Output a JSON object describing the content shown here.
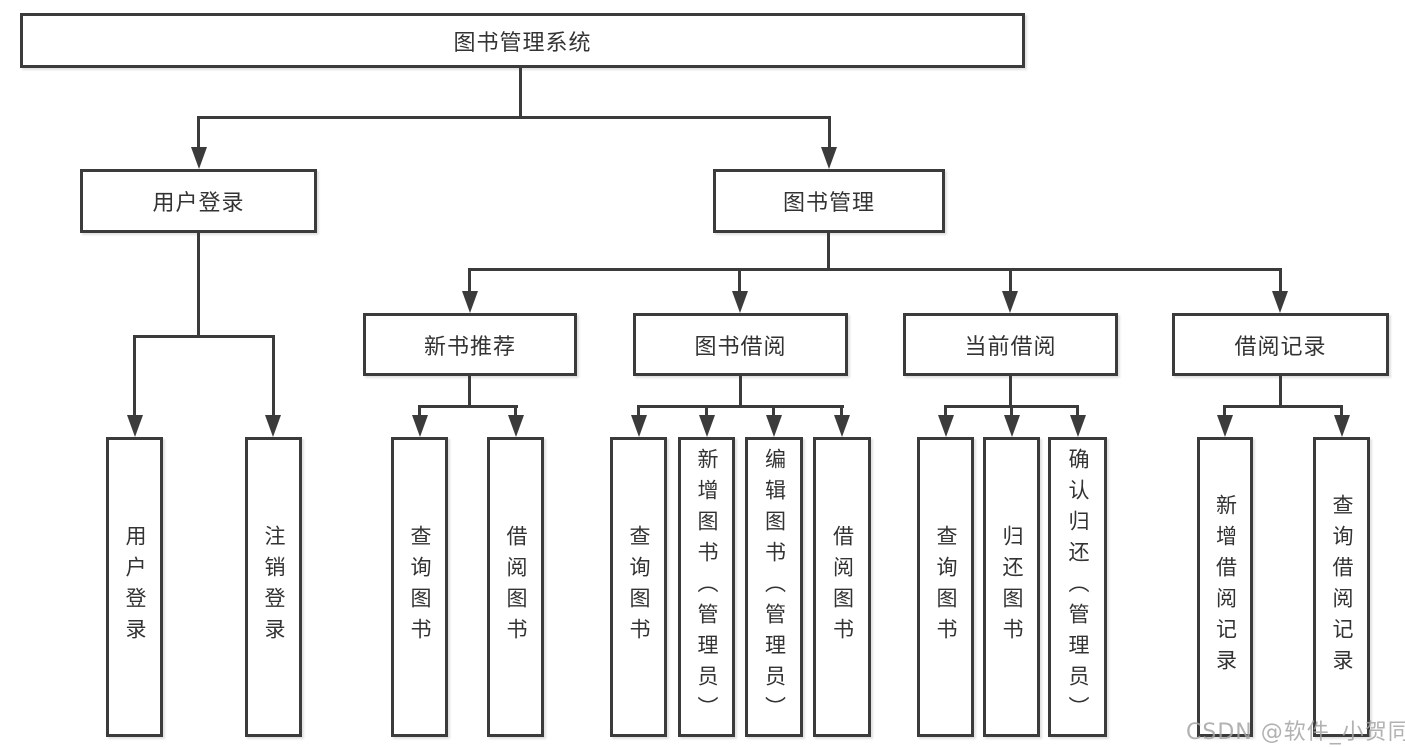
{
  "diagram": {
    "root": {
      "label": "图书管理系统",
      "children": [
        {
          "label": "用户登录",
          "children": [
            {
              "label": "用户登录"
            },
            {
              "label": "注销登录"
            }
          ]
        },
        {
          "label": "图书管理",
          "children": [
            {
              "label": "新书推荐",
              "children": [
                {
                  "label": "查询图书"
                },
                {
                  "label": "借阅图书"
                }
              ]
            },
            {
              "label": "图书借阅",
              "children": [
                {
                  "label": "查询图书"
                },
                {
                  "label": "新增图书（管理员）"
                },
                {
                  "label": "编辑图书（管理员）"
                },
                {
                  "label": "借阅图书"
                }
              ]
            },
            {
              "label": "当前借阅",
              "children": [
                {
                  "label": "查询图书"
                },
                {
                  "label": "归还图书"
                },
                {
                  "label": "确认归还（管理员）"
                }
              ]
            },
            {
              "label": "借阅记录",
              "children": [
                {
                  "label": "新增借阅记录"
                },
                {
                  "label": "查询借阅记录"
                }
              ]
            }
          ]
        }
      ]
    },
    "watermark": "CSDN @软件_小贺同学",
    "colors": {
      "line": "#3b3b3b",
      "box_fill": "#ffffff",
      "text": "#333333",
      "watermark": "#a5a5a5",
      "background": "#ffffff"
    }
  }
}
